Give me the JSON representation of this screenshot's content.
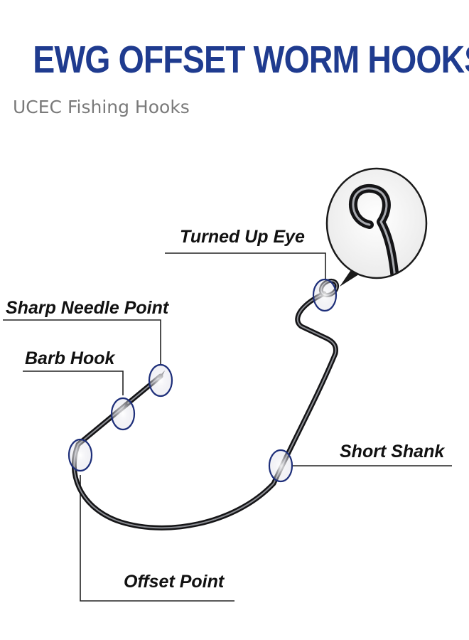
{
  "header": {
    "title": "EWG OFFSET WORM HOOKS",
    "subtitle": "UCEC Fishing Hooks"
  },
  "labels": {
    "turned_up_eye": "Turned Up Eye",
    "sharp_needle_point": "Sharp Needle Point",
    "barb_hook": "Barb Hook",
    "short_shank": "Short Shank",
    "offset_point": "Offset Point"
  },
  "colors": {
    "title": "#1f3b8f",
    "subtitle": "#7a7a7a",
    "marker_ring": "#1e2f7a",
    "hook_metal": "#2a2a2e"
  }
}
